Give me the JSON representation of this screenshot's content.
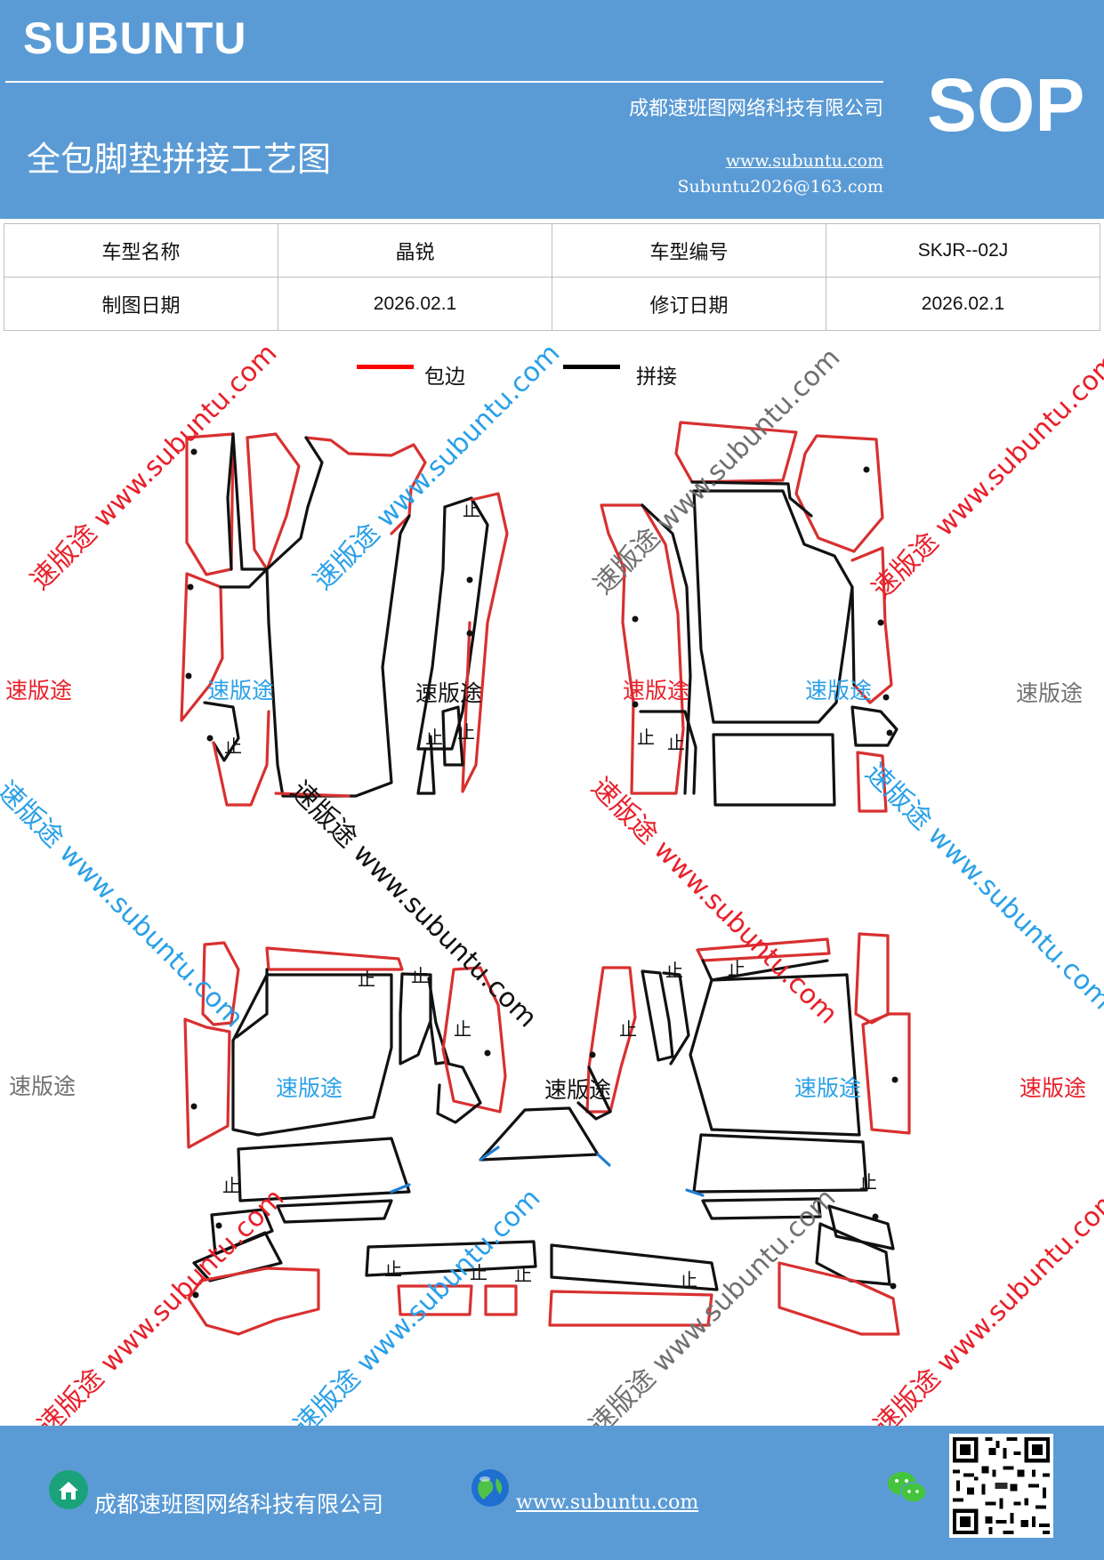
{
  "header": {
    "brand": "SUBUNTU",
    "company": "成都速班图网络科技有限公司",
    "title": "全包脚垫拼接工艺图",
    "website": "www.subuntu.com",
    "email": "Subuntu2026@163.com",
    "sop": "SOP"
  },
  "info": {
    "model_name_label": "车型名称",
    "model_name": "晶锐",
    "model_code_label": "车型编号",
    "model_code": "SKJR--02J",
    "draw_date_label": "制图日期",
    "draw_date": "2026.02.1",
    "revise_date_label": "修订日期",
    "revise_date": "2026.02.1"
  },
  "legend": {
    "edge_label": "包边",
    "edge_color": "#ff0000",
    "join_label": "拼接",
    "join_color": "#000000"
  },
  "watermarks": {
    "short": "速版途",
    "long": "速版途 www.subuntu.com",
    "long_rev": "速版途 www.subuntu.com"
  },
  "diagram": {
    "stitch_mark": "止",
    "edge_color": "#d83030",
    "join_color": "#111111",
    "blue_color": "#1f7ed1"
  },
  "footer": {
    "company": "成都速班图网络科技有限公司",
    "website": "www.subuntu.com"
  },
  "colors": {
    "header_bg": "#5b9bd5",
    "wm_red": "#e8202a",
    "wm_blue": "#2aa0e8",
    "wm_gray": "#707070"
  }
}
